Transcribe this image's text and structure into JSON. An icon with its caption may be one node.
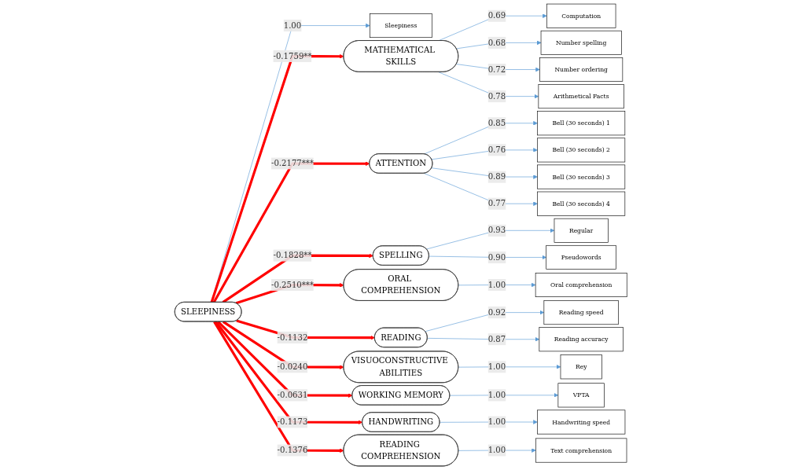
{
  "diagram": {
    "nodes": [
      {
        "text": [
          "SLEEPINESS"
        ]
      },
      {
        "text": [
          "Sleepiness"
        ]
      },
      {
        "text": [
          "MATHEMATICAL SKILLS"
        ]
      },
      {
        "text": [
          "Computation"
        ]
      },
      {
        "text": [
          "Number spelling"
        ]
      },
      {
        "text": [
          "Number ordering"
        ]
      },
      {
        "text": [
          "Arithmetical Facts"
        ]
      },
      {
        "text": [
          "ATTENTION"
        ]
      },
      {
        "text": [
          "Bell (30 seconds) 1"
        ]
      },
      {
        "text": [
          "Bell (30 seconds) 2"
        ]
      },
      {
        "text": [
          "Bell (30 seconds) 3"
        ]
      },
      {
        "text": [
          "Bell (30 seconds) 4"
        ]
      },
      {
        "text": [
          "SPELLING"
        ]
      },
      {
        "text": [
          "Regular"
        ]
      },
      {
        "text": [
          "Pseudowords"
        ]
      },
      {
        "text": [
          "ORAL COMPREHENSION"
        ]
      },
      {
        "text": [
          "Oral comprehension"
        ]
      },
      {
        "text": [
          "READING"
        ]
      },
      {
        "text": [
          "Reading speed"
        ]
      },
      {
        "text": [
          "Reading accuracy"
        ]
      },
      {
        "text": [
          "VISUOCONSTRUCTIVE ABILITIES"
        ]
      },
      {
        "text": [
          "Rey"
        ]
      },
      {
        "text": [
          "WORKING MEMORY"
        ]
      },
      {
        "text": [
          "VPTA"
        ]
      },
      {
        "text": [
          "HANDWRITING"
        ]
      },
      {
        "text": [
          "Handwriting speed"
        ]
      },
      {
        "text": [
          "READING COMPREHENSION"
        ]
      },
      {
        "text": [
          "Text comprehension"
        ]
      }
    ],
    "edges": [
      {
        "from": 0,
        "to": 1,
        "arrow": "to",
        "label": "1.00"
      },
      {
        "from": 0,
        "to": 2,
        "arrow": "to",
        "label": "-0.1759**",
        "style": "thick",
        "color": "#ff0000"
      },
      {
        "from": 2,
        "to": 3,
        "arrow": "to",
        "label": "0.69"
      },
      {
        "from": 2,
        "to": 4,
        "arrow": "to",
        "label": "0.68"
      },
      {
        "from": 2,
        "to": 5,
        "arrow": "to",
        "label": "0.72"
      },
      {
        "from": 2,
        "to": 6,
        "arrow": "to",
        "label": "0.78"
      },
      {
        "from": 0,
        "to": 7,
        "arrow": "to",
        "label": "-0.2177***",
        "style": "thick",
        "color": "#ff0000"
      },
      {
        "from": 7,
        "to": 8,
        "arrow": "to",
        "label": "0.85"
      },
      {
        "from": 7,
        "to": 9,
        "arrow": "to",
        "label": "0.76"
      },
      {
        "from": 7,
        "to": 10,
        "arrow": "to",
        "label": "0.89"
      },
      {
        "from": 7,
        "to": 11,
        "arrow": "to",
        "label": "0.77"
      },
      {
        "from": 0,
        "to": 12,
        "arrow": "to",
        "label": "-0.1828**",
        "style": "thick",
        "color": "#ff0000"
      },
      {
        "from": 12,
        "to": 13,
        "arrow": "to",
        "label": "0.93"
      },
      {
        "from": 12,
        "to": 14,
        "arrow": "to",
        "label": "0.90"
      },
      {
        "from": 0,
        "to": 15,
        "arrow": "to",
        "label": "-0.2510***",
        "style": "thick",
        "color": "#ff0000"
      },
      {
        "from": 15,
        "to": 16,
        "arrow": "to",
        "label": "1.00"
      },
      {
        "from": 0,
        "to": 17,
        "arrow": "to",
        "label": "-0.1132",
        "style": "thick",
        "color": "#ff0000"
      },
      {
        "from": 17,
        "to": 18,
        "arrow": "to",
        "label": "0.92"
      },
      {
        "from": 17,
        "to": 19,
        "arrow": "to",
        "label": "0.87"
      },
      {
        "from": 0,
        "to": 20,
        "arrow": "to",
        "label": "-0.0240",
        "style": "thick",
        "color": "#ff0000"
      },
      {
        "from": 20,
        "to": 21,
        "arrow": "to",
        "label": "1.00"
      },
      {
        "from": 0,
        "to": 22,
        "arrow": "to",
        "label": "-0.0631",
        "style": "thick",
        "color": "#ff0000"
      },
      {
        "from": 22,
        "to": 23,
        "arrow": "to",
        "label": "1.00"
      },
      {
        "from": 0,
        "to": 24,
        "arrow": "to",
        "label": "-0.1173",
        "style": "thick",
        "color": "#ff0000"
      },
      {
        "from": 24,
        "to": 25,
        "arrow": "to",
        "label": "1.00"
      },
      {
        "from": 0,
        "to": 26,
        "arrow": "to",
        "label": "-0.1376",
        "style": "thick",
        "color": "#ff0000"
      },
      {
        "from": 26,
        "to": 27,
        "arrow": "to",
        "label": "1.00"
      }
    ]
  }
}
